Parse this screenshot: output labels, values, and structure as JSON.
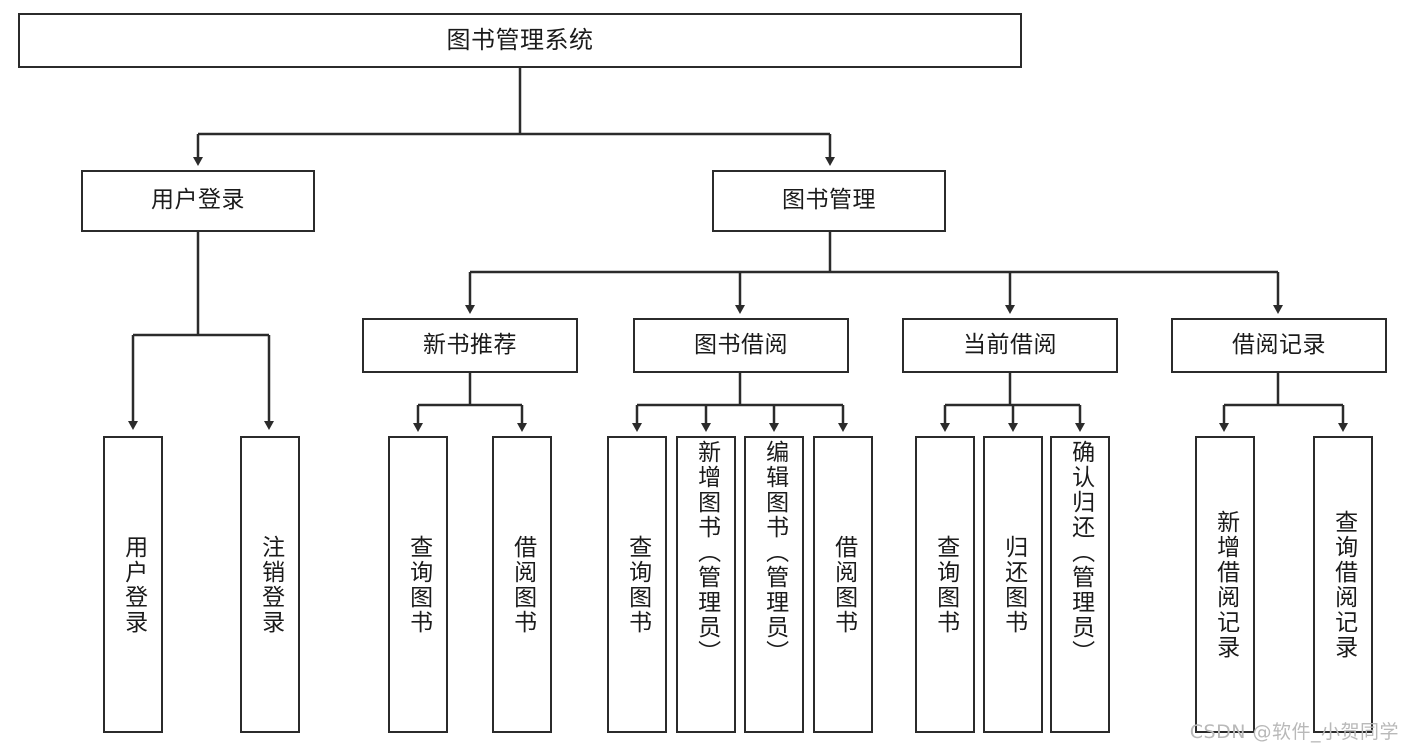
{
  "diagram": {
    "title": "图书管理系统",
    "type": "tree",
    "root": {
      "id": "root",
      "label": "图书管理系统"
    },
    "level2": [
      {
        "id": "user-login",
        "label": "用户登录"
      },
      {
        "id": "book-management",
        "label": "图书管理"
      }
    ],
    "level3": [
      {
        "id": "new-book-recommend",
        "label": "新书推荐",
        "parent": "book-management"
      },
      {
        "id": "book-borrow",
        "label": "图书借阅",
        "parent": "book-management"
      },
      {
        "id": "current-borrow",
        "label": "当前借阅",
        "parent": "book-management"
      },
      {
        "id": "borrow-record",
        "label": "借阅记录",
        "parent": "book-management"
      }
    ],
    "leaves": [
      {
        "id": "leaf-user-login",
        "label": "用户登录",
        "parent": "user-login"
      },
      {
        "id": "leaf-logout-login",
        "label": "注销登录",
        "parent": "user-login"
      },
      {
        "id": "leaf-query-book-rec",
        "label": "查询图书",
        "parent": "new-book-recommend"
      },
      {
        "id": "leaf-borrow-book-rec",
        "label": "借阅图书",
        "parent": "new-book-recommend"
      },
      {
        "id": "leaf-query-book-borrow",
        "label": "查询图书",
        "parent": "book-borrow"
      },
      {
        "id": "leaf-add-book-admin",
        "label": "新增图书（管理员）",
        "parent": "book-borrow"
      },
      {
        "id": "leaf-edit-book-admin",
        "label": "编辑图书（管理员）",
        "parent": "book-borrow"
      },
      {
        "id": "leaf-borrow-book",
        "label": "借阅图书",
        "parent": "book-borrow"
      },
      {
        "id": "leaf-query-book-current",
        "label": "查询图书",
        "parent": "current-borrow"
      },
      {
        "id": "leaf-return-book",
        "label": "归还图书",
        "parent": "current-borrow"
      },
      {
        "id": "leaf-confirm-return-admin",
        "label": "确认归还（管理员）",
        "parent": "current-borrow"
      },
      {
        "id": "leaf-add-borrow-record",
        "label": "新增借阅记录",
        "parent": "borrow-record"
      },
      {
        "id": "leaf-query-borrow-record",
        "label": "查询借阅记录",
        "parent": "borrow-record"
      }
    ],
    "colors": {
      "stroke": "#2b2b2b",
      "fill": "#ffffff",
      "text": "#1b1b1b",
      "watermark": "#b9b9b9"
    }
  },
  "watermark": {
    "text": "CSDN @软件_小贺同学"
  }
}
